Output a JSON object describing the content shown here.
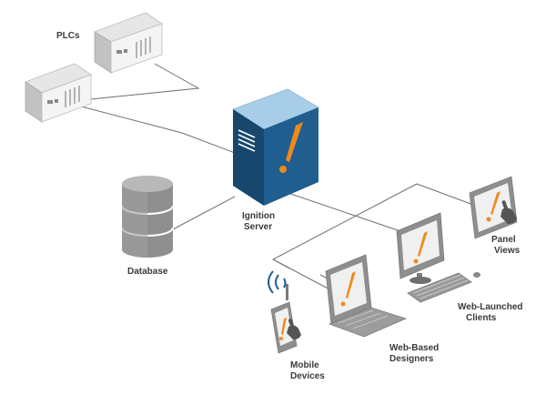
{
  "labels": {
    "plcs": "PLCs",
    "server_line1": "Ignition",
    "server_line2": "Server",
    "database": "Database",
    "panel_line1": "Panel",
    "panel_line2": "Views",
    "clients_line1": "Web-Launched",
    "clients_line2": "Clients",
    "designers_line1": "Web-Based",
    "designers_line2": "Designers",
    "mobile_line1": "Mobile",
    "mobile_line2": "Devices"
  },
  "colors": {
    "server_front": "#1f5e8e",
    "server_top": "#a8cde8",
    "server_side": "#17476d",
    "accent": "#f08a1c",
    "line": "#6f6f6f",
    "device_gray": "#8e8e8e",
    "screen_bg": "#f0f0f0"
  },
  "icons": {
    "plc": "plc-rack-icon",
    "server": "server-tower-icon",
    "database": "database-cylinder-icon",
    "panel": "touch-panel-icon",
    "monitor": "monitor-icon",
    "keyboard": "keyboard-icon",
    "laptop": "laptop-icon",
    "phone": "mobile-phone-icon",
    "wifi": "wifi-icon",
    "hand": "pointing-hand-icon"
  }
}
